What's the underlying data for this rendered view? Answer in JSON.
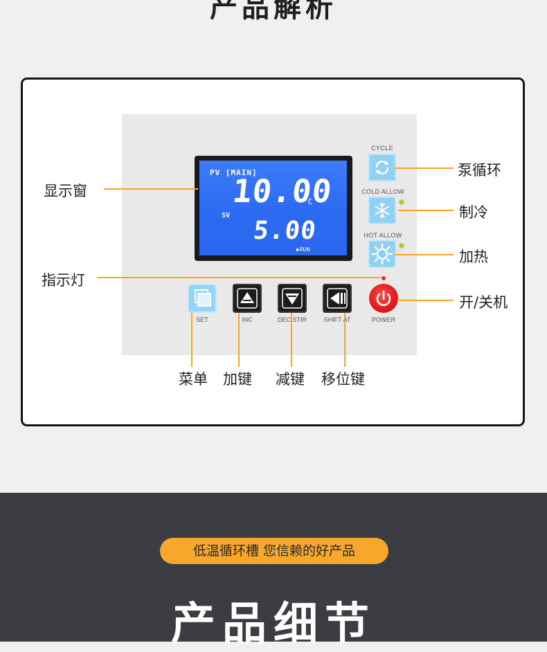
{
  "header": {
    "title": "产品解析"
  },
  "display": {
    "pv_label": "PV [MAIN]",
    "pv_value": "10.00",
    "unit": "°C",
    "sv_label": "SV",
    "sv_value": "5.00",
    "run_label": "▶RUN"
  },
  "side_buttons": [
    {
      "caption": "CYCLE",
      "icon": "cycle-icon",
      "callout": "泵循环"
    },
    {
      "caption": "COLD ALLOW",
      "icon": "snowflake-icon",
      "callout": "制冷"
    },
    {
      "caption": "HOT ALLOW",
      "icon": "sun-icon",
      "callout": "加热"
    }
  ],
  "keys": [
    {
      "caption": "SET",
      "icon": "menu-icon",
      "callout": "菜单"
    },
    {
      "caption": "INC",
      "icon": "up-triangle-icon",
      "callout": "加键"
    },
    {
      "caption": "DEC STIR",
      "icon": "down-triangle-icon",
      "callout": "减键"
    },
    {
      "caption": "SHIFT AT",
      "icon": "shift-left-icon",
      "callout": "移位键"
    },
    {
      "caption": "POWER",
      "icon": "power-icon",
      "callout": "开/关机"
    }
  ],
  "callouts": {
    "display": "显示窗",
    "indicator": "指示灯"
  },
  "colors": {
    "accent": "#f5a623",
    "lcd": "#2f6ff4",
    "dark_band": "#3c3c43"
  },
  "bottom": {
    "tagline": "低温循环槽 您信赖的好产品",
    "title": "产品细节"
  }
}
